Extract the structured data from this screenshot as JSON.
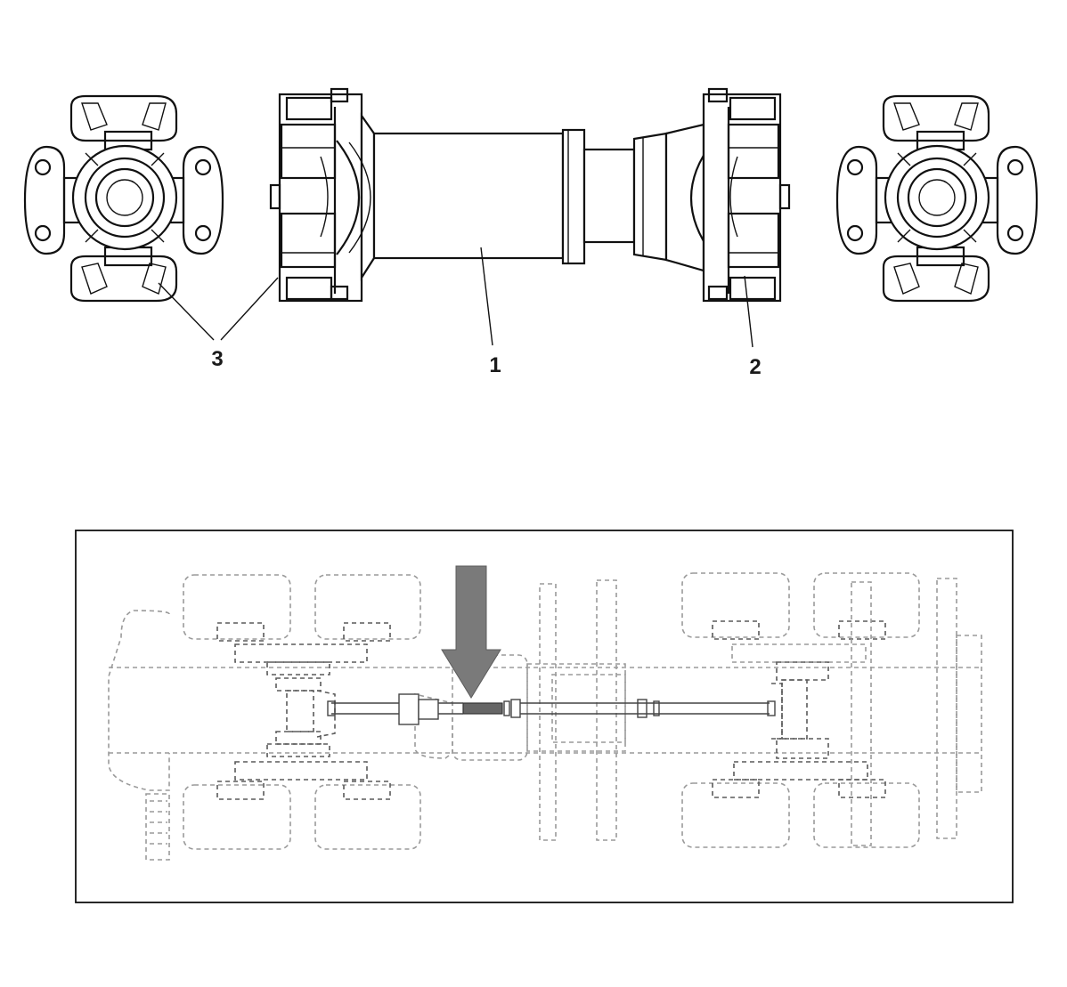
{
  "callouts": {
    "propeller_shaft": "1",
    "flange_yoke": "2",
    "spider_joint": "3"
  },
  "colors": {
    "line": "#111111",
    "phantom": "#9a9a9a",
    "arrow": "#7a7a7a"
  }
}
